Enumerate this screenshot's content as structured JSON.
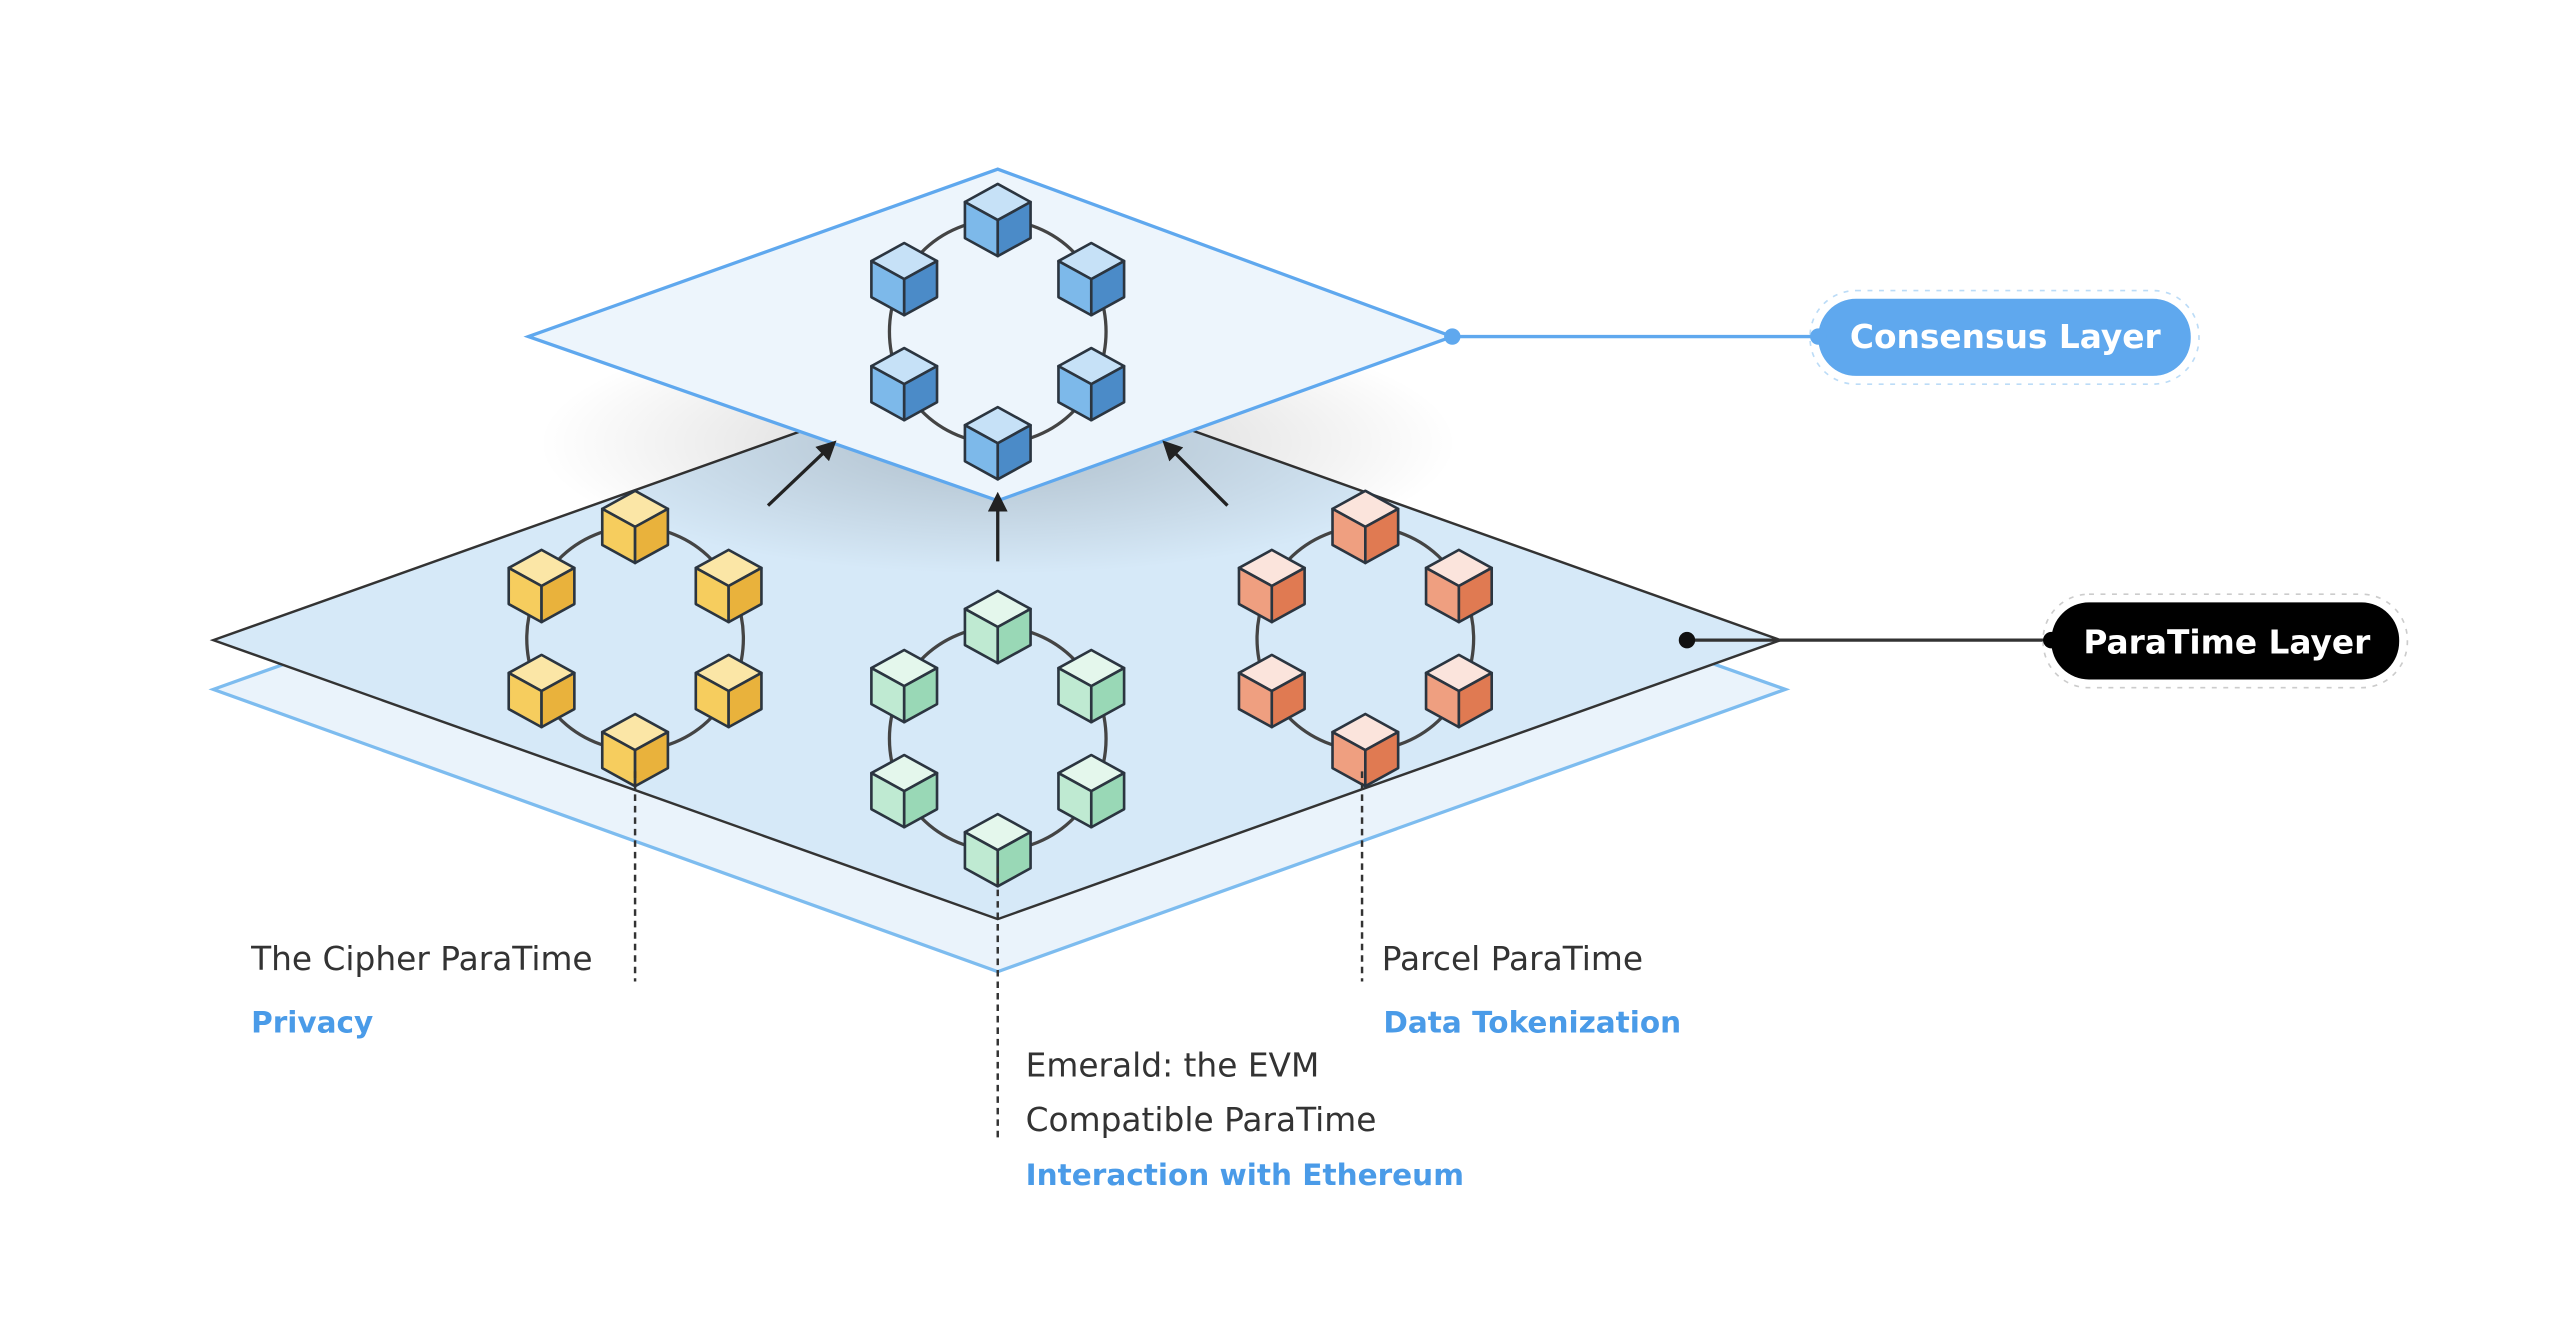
{
  "layers": {
    "consensus": {
      "label": "Consensus Layer",
      "color": "#5fa8ee"
    },
    "paratime": {
      "label": "ParaTime Layer",
      "color": "#000000"
    }
  },
  "paratimes": [
    {
      "name": "The Cipher ParaTime",
      "use": "Privacy",
      "cube_colors": [
        "#fbe6a6",
        "#f6cd5e",
        "#e9b23c"
      ]
    },
    {
      "name_line1": "Emerald: the EVM",
      "name_line2": "Compatible ParaTime",
      "use": "Interaction with Ethereum",
      "cube_colors": [
        "#e4f7ec",
        "#bfead2",
        "#99d8b6"
      ]
    },
    {
      "name": "Parcel ParaTime",
      "use": "Data Tokenization",
      "cube_colors": [
        "#fbe4dc",
        "#ef9f80",
        "#e07a52"
      ]
    }
  ],
  "consensus_cube_colors": [
    "#c6e1f7",
    "#7db9ea",
    "#4b8bc8"
  ],
  "colors": {
    "accent": "#5fa8ee",
    "plane": "#d6e9f8",
    "plane_top": "#edf5fc"
  }
}
